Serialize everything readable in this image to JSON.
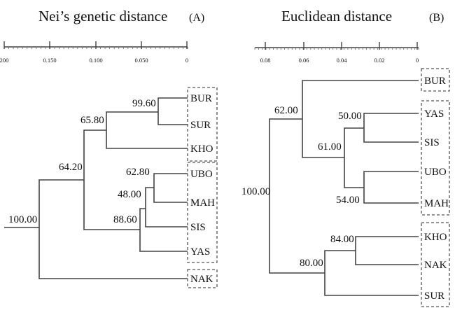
{
  "panels": [
    {
      "id": "A",
      "title": "Nei’s genetic distance",
      "label": "(A)",
      "tick_labels": [
        "200",
        "0.150",
        "0.100",
        "0.050",
        "0"
      ],
      "leaves": [
        "BUR",
        "SUR",
        "KHO",
        "UBO",
        "MAH",
        "SIS",
        "YAS",
        "NAK"
      ],
      "node_labels": [
        "99.60",
        "65.80",
        "64.20",
        "62.80",
        "48.00",
        "88.60",
        "100.00"
      ]
    },
    {
      "id": "B",
      "title": "Euclidean distance",
      "label": "(B)",
      "tick_labels": [
        "0.08",
        "0.06",
        "0.04",
        "0.02",
        "0"
      ],
      "leaves": [
        "BUR",
        "YAS",
        "SIS",
        "UBO",
        "MAH",
        "KHO",
        "NAK",
        "SUR"
      ],
      "node_labels": [
        "62.00",
        "50.00",
        "61.00",
        "54.00",
        "100.00",
        "84.00",
        "80.00"
      ]
    }
  ],
  "colors": {
    "line": "#444444",
    "text": "#111111",
    "box_dash": "#555555"
  }
}
